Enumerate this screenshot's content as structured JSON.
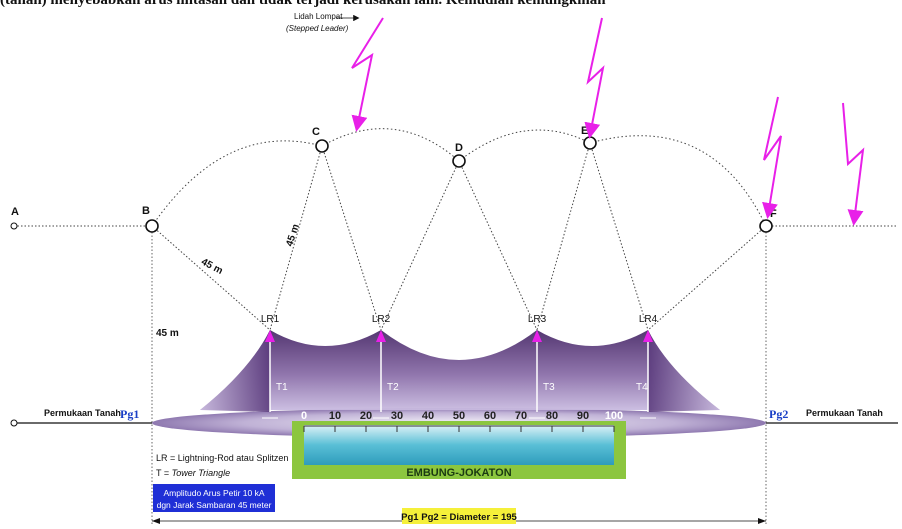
{
  "header_fragment": "(tanah) menyebabkan arus lintasan dan tidak terjadi kerusakan lain. Kemudian kemungkinan",
  "callout": {
    "line1": "Lidah Lompat",
    "line2": "(Stepped Leader)"
  },
  "points": [
    "A",
    "B",
    "C",
    "D",
    "E",
    "F"
  ],
  "radius_labels": [
    "45 m",
    "45 m",
    "45 m"
  ],
  "rods": [
    "LR1",
    "LR2",
    "LR3",
    "LR4"
  ],
  "towers": [
    "T1",
    "T2",
    "T3",
    "T4"
  ],
  "ground": {
    "left_label": "Permukaan Tanah",
    "right_label": "Permukaan Tanah",
    "pg1": "Pg1",
    "pg2": "Pg2"
  },
  "scale_ticks": [
    "0",
    "10",
    "20",
    "30",
    "40",
    "50",
    "60",
    "70",
    "80",
    "90",
    "100"
  ],
  "pond_label": "EMBUNG-JOKATON",
  "legend": {
    "lr": "LR = Lightning-Rod atau Splitzen",
    "t_prefix": "T  = ",
    "t_italic": "Tower Triangle"
  },
  "info_box": {
    "line1": "Amplitudo Arus Petir 10 kA",
    "line2": "dgn Jarak Sambaran 45 meter"
  },
  "diameter_label": "Pg1 Pg2 = Diameter = 195",
  "colors": {
    "lightning": "#e820e8",
    "pg_text": "#1a3fc6",
    "info_bg": "#1f2fd6",
    "diameter_bg": "#f5f03a",
    "pond_frame": "#8cc63f",
    "pond_water": "#3fb0cc",
    "tent": "#6e4a8e"
  }
}
